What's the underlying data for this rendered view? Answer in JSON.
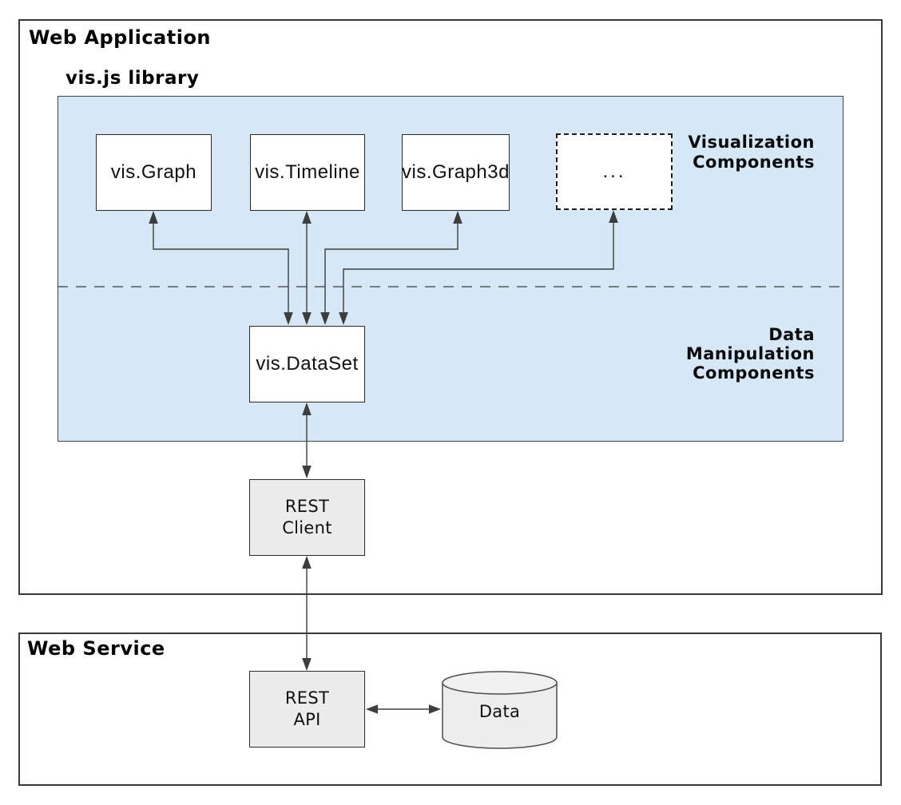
{
  "containers": {
    "web_application": {
      "title": "Web Application"
    },
    "vis_library": {
      "title": "vis.js library"
    },
    "web_service": {
      "title": "Web Service"
    }
  },
  "section_labels": {
    "visualization": {
      "line1": "Visualization",
      "line2": "Components"
    },
    "data_manipulation": {
      "line1": "Data",
      "line2": "Manipulation",
      "line3": "Components"
    }
  },
  "nodes": {
    "vis_graph": {
      "label": "vis.Graph"
    },
    "vis_timeline": {
      "label": "vis.Timeline"
    },
    "vis_graph3d": {
      "label": "vis.Graph3d"
    },
    "more_components": {
      "label": "..."
    },
    "vis_dataset": {
      "label": "vis.DataSet"
    },
    "rest_client": {
      "line1": "REST",
      "line2": "Client"
    },
    "rest_api": {
      "line1": "REST",
      "line2": "API"
    },
    "data_store": {
      "label": "Data"
    }
  },
  "colors": {
    "library_fill": "#d6e8f5",
    "component_fill": "#ffffff",
    "service_component_fill": "#ececec",
    "connector_line": "#3d3d3d",
    "box_border": "#2b2b2b",
    "text": "#000000"
  }
}
